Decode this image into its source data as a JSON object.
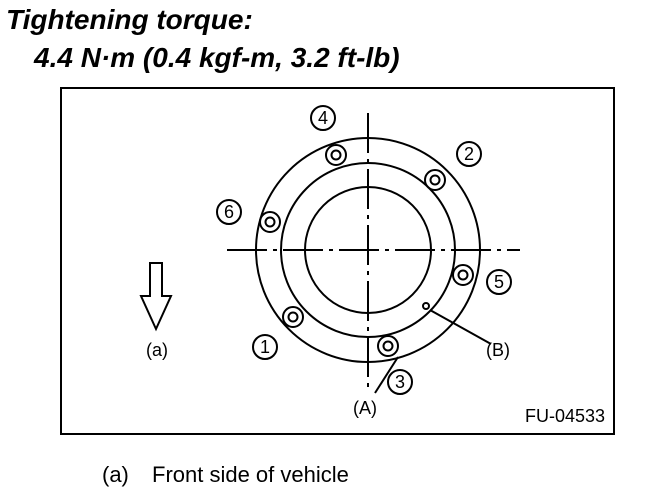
{
  "title": {
    "line1": "Tightening torque:",
    "line2": "4.4 N·m (0.4 kgf-m, 3.2 ft-lb)"
  },
  "diagram": {
    "figure_id": "FU-04533",
    "bolt_numbers": [
      "1",
      "2",
      "3",
      "4",
      "5",
      "6"
    ],
    "labels": {
      "front_arrow": "(a)",
      "point_a": "(A)",
      "point_b": "(B)"
    }
  },
  "caption": {
    "key": "(a)",
    "text": "Front side of vehicle"
  }
}
